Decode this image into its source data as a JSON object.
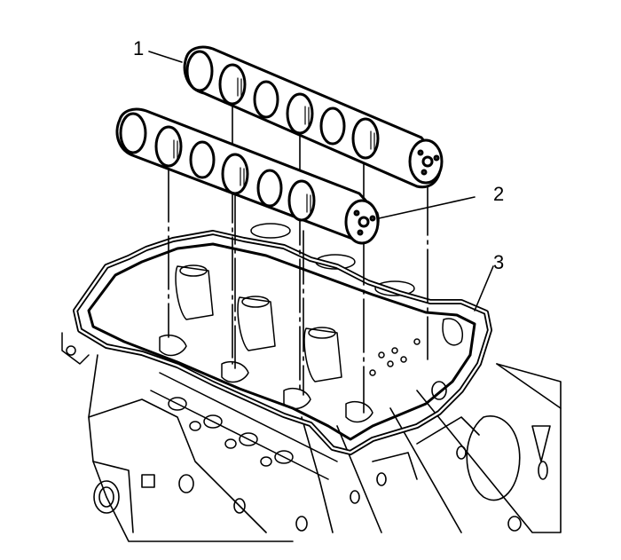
{
  "diagram": {
    "type": "exploded-view technical illustration",
    "style": "black line art on white",
    "background_color": "#ffffff",
    "line_color": "#000000",
    "subject": "camshaft installation onto cylinder head",
    "callouts": [
      {
        "number": "1",
        "label": "1",
        "part": "camshaft (rear/upper)"
      },
      {
        "number": "2",
        "label": "2",
        "part": "camshaft (front/lower)"
      },
      {
        "number": "3",
        "label": "3",
        "part": "cylinder head cover gasket"
      }
    ],
    "components": [
      "upper-camshaft",
      "lower-camshaft",
      "alignment-lines",
      "cylinder-head",
      "gasket",
      "engine-block"
    ]
  }
}
